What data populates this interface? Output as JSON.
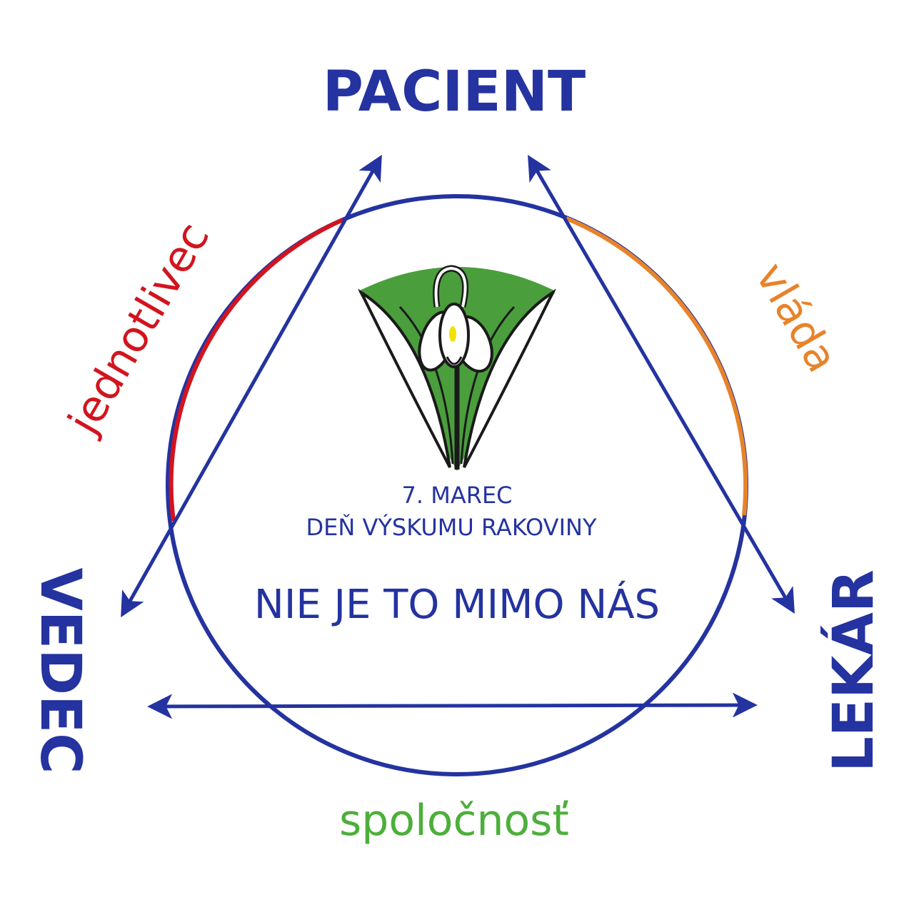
{
  "nodes": {
    "top": "PACIENT",
    "left": "VEDEC",
    "right": "LEKÁR"
  },
  "edges": {
    "left_side": "jednotlivec",
    "right_side": "vláda",
    "bottom_side": "spoločnosť"
  },
  "center": {
    "date": "7. MAREC",
    "event": "DEŇ VÝSKUMU RAKOVINY",
    "slogan": "NIE JE TO MIMO NÁS"
  },
  "colors": {
    "primary_blue": "#2433a0",
    "red": "#d2141e",
    "orange": "#e8832a",
    "green": "#4caf3a",
    "logo_green": "#4a9e3c"
  }
}
